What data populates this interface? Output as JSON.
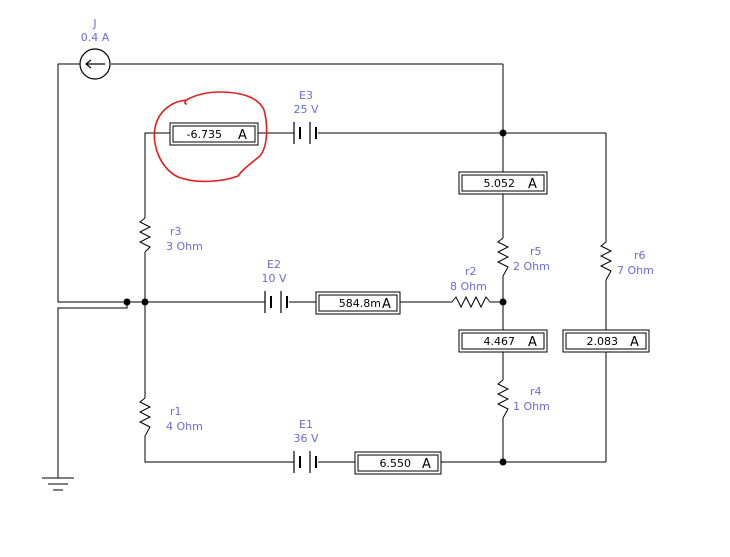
{
  "source": {
    "name": "J",
    "value": "0.4 A"
  },
  "batteries": [
    {
      "id": "E3",
      "name": "E3",
      "value": "25 V"
    },
    {
      "id": "E2",
      "name": "E2",
      "value": "10 V"
    },
    {
      "id": "E1",
      "name": "E1",
      "value": "36 V"
    }
  ],
  "resistors": [
    {
      "id": "r3",
      "name": "r3",
      "value": "3  Ohm"
    },
    {
      "id": "r1",
      "name": "r1",
      "value": "4  Ohm"
    },
    {
      "id": "r2",
      "name": "r2",
      "value": "8  Ohm"
    },
    {
      "id": "r5",
      "name": "r5",
      "value": "2  Ohm"
    },
    {
      "id": "r4",
      "name": "r4",
      "value": "1  Ohm"
    },
    {
      "id": "r6",
      "name": "r6",
      "value": "7  Ohm"
    }
  ],
  "ammeters": [
    {
      "id": "A1",
      "reading": "-6.735",
      "unit": "A"
    },
    {
      "id": "A2",
      "reading": "5.052",
      "unit": "A"
    },
    {
      "id": "A3",
      "reading": "584.8m",
      "unit": "A"
    },
    {
      "id": "A4",
      "reading": "4.467",
      "unit": "A"
    },
    {
      "id": "A5",
      "reading": "2.083",
      "unit": "A"
    },
    {
      "id": "A6",
      "reading": "6.550",
      "unit": "A"
    }
  ],
  "colors": {
    "label": "#6b6bd6",
    "wire": "#000000",
    "highlight": "#e02020"
  }
}
